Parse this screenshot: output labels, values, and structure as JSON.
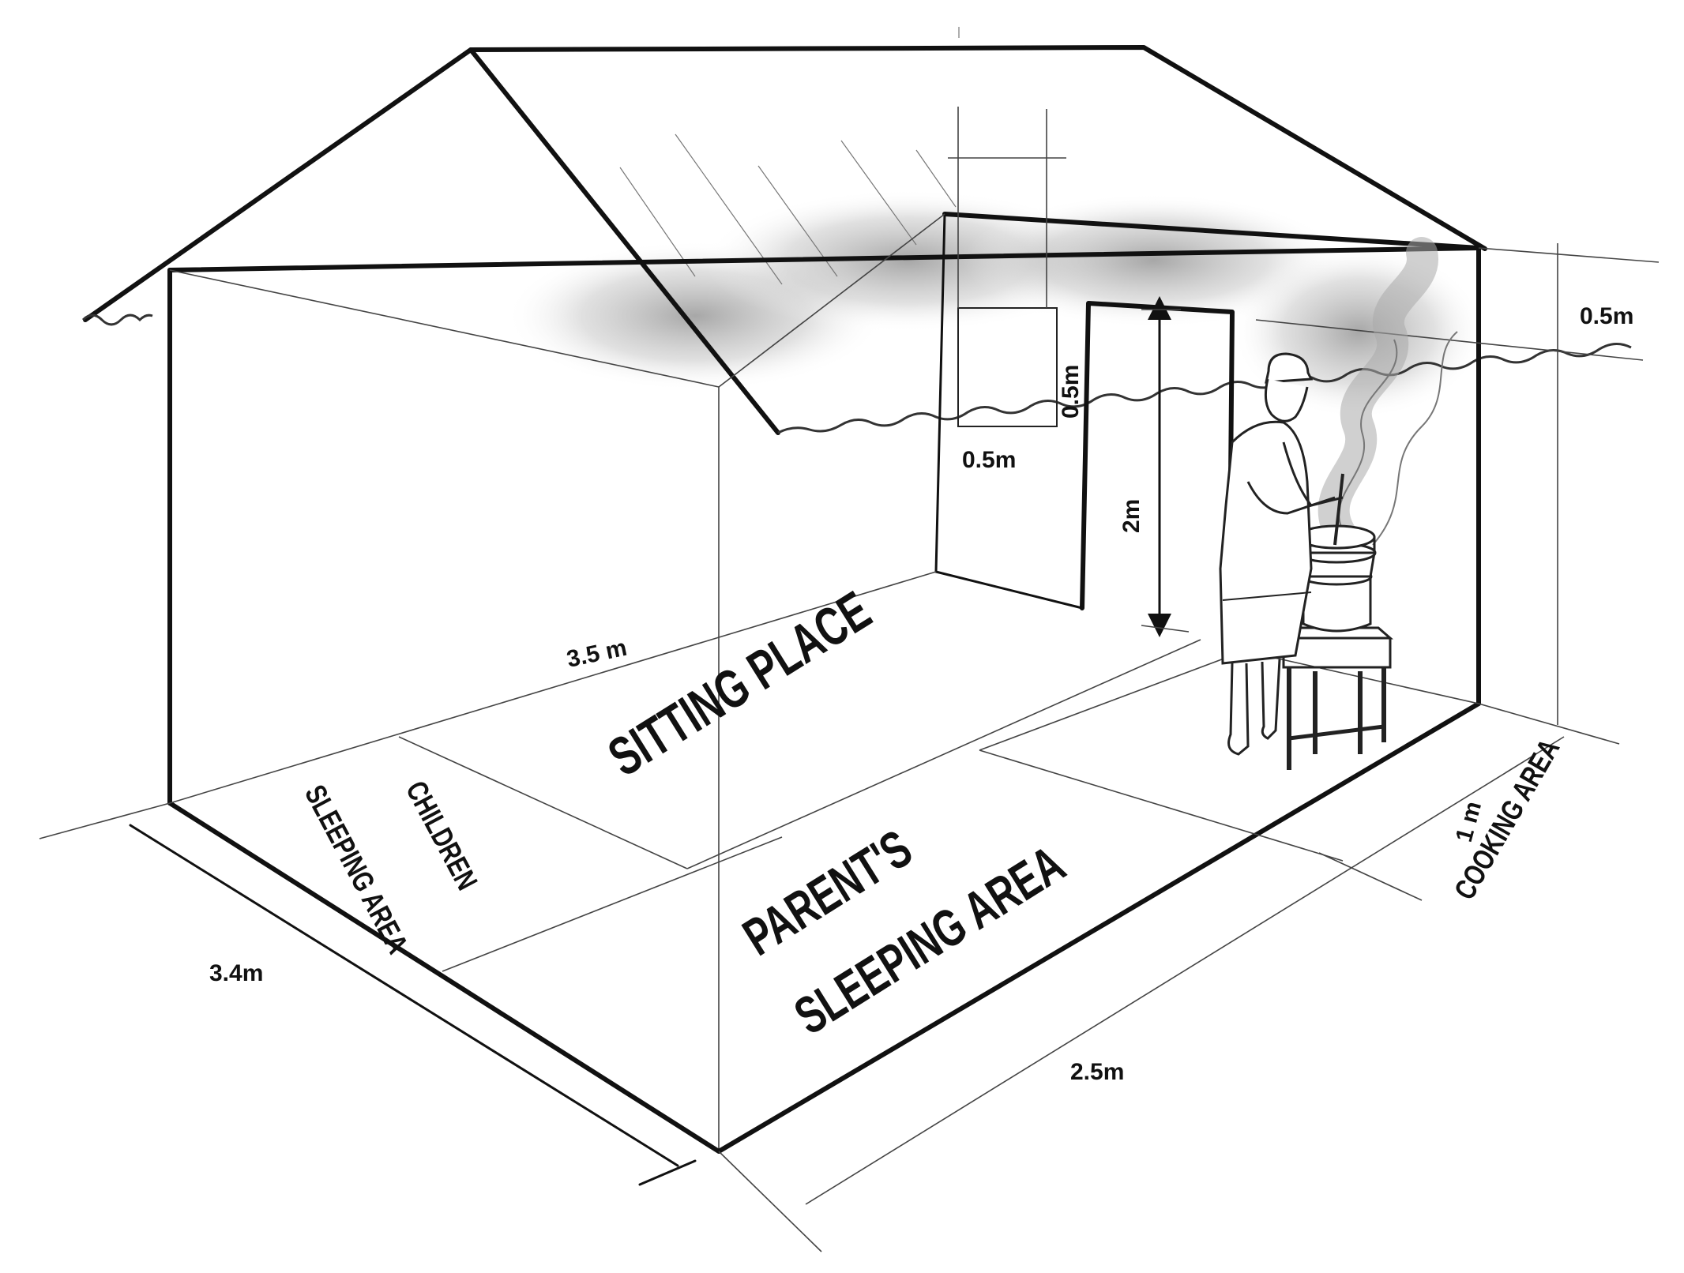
{
  "labels": {
    "length": "3.5 m",
    "width": "3.4m",
    "side_length": "2.5m",
    "cooking_depth": "1 m",
    "door_height": "2m",
    "window_height": "0.5m",
    "window_width": "0.5m",
    "eave_gap": "0.5m"
  },
  "zones": {
    "sitting": "SITTING PLACE",
    "children_line1": "CHILDREN",
    "children_line2": "SLEEPING AREA",
    "parents_line1": "PARENT'S",
    "parents_line2": "SLEEPING AREA",
    "cooking": "COOKING AREA"
  },
  "icons": {
    "figure": "woman-cooking-icon",
    "stove": "stove-pot-icon",
    "smoke": "smoke-icon"
  },
  "colors": {
    "ink": "#111111",
    "smoke": "#8a8a8a",
    "background": "#ffffff"
  }
}
